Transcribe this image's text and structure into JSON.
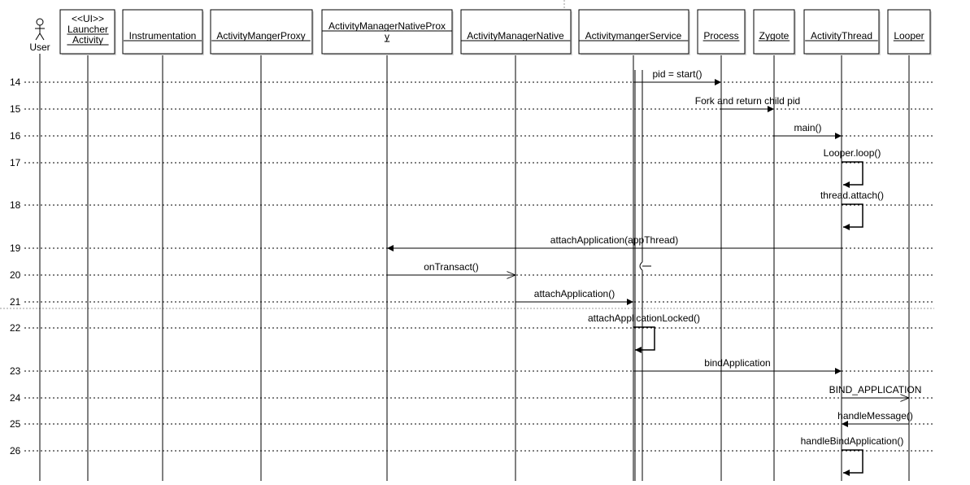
{
  "actor": {
    "label": "User"
  },
  "participants": [
    {
      "id": "launcher",
      "stereotype": "<<UI>>",
      "lines": [
        "Launcher",
        "Activity"
      ]
    },
    {
      "id": "instrumentation",
      "lines": [
        "Instrumentation"
      ]
    },
    {
      "id": "proxy",
      "lines": [
        "ActivityMangerProxy"
      ]
    },
    {
      "id": "native-proxy",
      "lines": [
        "ActivityManagerNativeProx",
        "y"
      ]
    },
    {
      "id": "native",
      "lines": [
        "ActivityManagerNative"
      ]
    },
    {
      "id": "service",
      "lines": [
        "ActivitymangerService"
      ]
    },
    {
      "id": "process",
      "lines": [
        "Process"
      ]
    },
    {
      "id": "zygote",
      "lines": [
        "Zygote"
      ]
    },
    {
      "id": "activitythread",
      "lines": [
        "ActivityThread"
      ]
    },
    {
      "id": "looper",
      "lines": [
        "Looper"
      ]
    }
  ],
  "rows": [
    "14",
    "15",
    "16",
    "17",
    "18",
    "19",
    "20",
    "21",
    "22",
    "23",
    "24",
    "25",
    "26"
  ],
  "messages": [
    {
      "row": "14",
      "label": "pid = start()",
      "from": "service",
      "to": "process",
      "kind": "sync"
    },
    {
      "row": "15",
      "label": "Fork and return child pid",
      "from": "process",
      "to": "zygote",
      "kind": "sync"
    },
    {
      "row": "16",
      "label": "main()",
      "from": "zygote",
      "to": "activitythread",
      "kind": "sync"
    },
    {
      "row": "17",
      "label": "Looper.loop()",
      "from": "activitythread",
      "to": "activitythread",
      "kind": "self"
    },
    {
      "row": "18",
      "label": "thread.attach()",
      "from": "activitythread",
      "to": "activitythread",
      "kind": "self"
    },
    {
      "row": "19",
      "label": "attachApplication(appThread)",
      "from": "activitythread",
      "to": "native-proxy",
      "kind": "sync"
    },
    {
      "row": "20",
      "label": "onTransact()",
      "from": "native-proxy",
      "to": "native",
      "kind": "async"
    },
    {
      "row": "21",
      "label": "attachApplication()",
      "from": "native",
      "to": "service",
      "kind": "sync"
    },
    {
      "row": "22",
      "label": "attachApplicationLocked()",
      "from": "service",
      "to": "service",
      "kind": "self"
    },
    {
      "row": "23",
      "label": "bindApplication",
      "from": "service",
      "to": "activitythread",
      "kind": "sync"
    },
    {
      "row": "24",
      "label": "BIND_APPLICATION",
      "from": "activitythread",
      "to": "looper",
      "kind": "async"
    },
    {
      "row": "25",
      "label": "handleMessage()",
      "from": "looper",
      "to": "activitythread",
      "kind": "sync"
    },
    {
      "row": "26",
      "label": "handleBindApplication()",
      "from": "activitythread",
      "to": "activitythread",
      "kind": "self"
    }
  ]
}
